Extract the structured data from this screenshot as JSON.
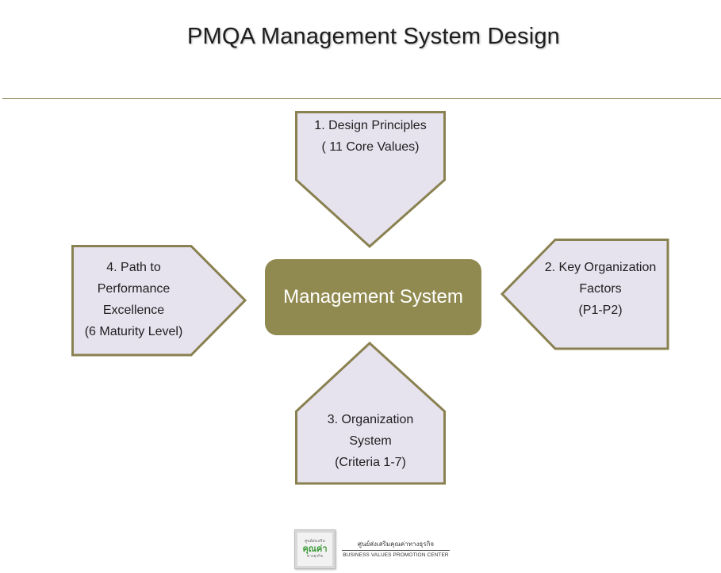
{
  "title": "PMQA Management System Design",
  "center": {
    "label": "Management System"
  },
  "nodes": {
    "top": {
      "lines": [
        "1. Design Principles",
        "( 11 Core Values)"
      ]
    },
    "right": {
      "lines": [
        "2. Key Organization",
        "Factors",
        "(P1-P2)"
      ]
    },
    "bottom": {
      "lines": [
        "3. Organization",
        "System",
        "(Criteria 1-7)"
      ]
    },
    "left": {
      "lines": [
        "4. Path to",
        "Performance",
        "Excellence",
        "(6 Maturity Level)"
      ]
    }
  },
  "footer": {
    "logo_line1": "ศูนย์ส่งเสริม",
    "logo_line2": "คุณค่า",
    "logo_line3": "ทางธุรกิจ",
    "org_thai": "ศูนย์ส่งเสริมคุณค่าทางธุรกิจ",
    "org_english": "BUSINESS VALUES PROMOTION CENTER"
  },
  "colors": {
    "accent": "#918a50",
    "shape_fill": "#e6e2ee",
    "shape_border": "#8a8150"
  }
}
